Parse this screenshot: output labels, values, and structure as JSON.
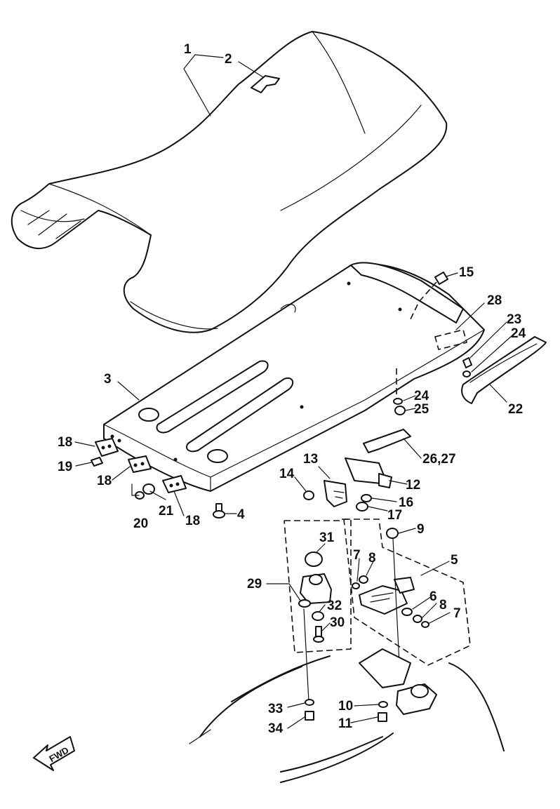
{
  "callouts": {
    "c1": "1",
    "c2": "2",
    "c3": "3",
    "c4": "4",
    "c5": "5",
    "c6": "6",
    "c7a": "7",
    "c7b": "7",
    "c8a": "8",
    "c8b": "8",
    "c9": "9",
    "c10": "10",
    "c11": "11",
    "c12": "12",
    "c13": "13",
    "c14": "14",
    "c15": "15",
    "c16": "16",
    "c17": "17",
    "c18a": "18",
    "c18b": "18",
    "c18c": "18",
    "c19": "19",
    "c20": "20",
    "c21": "21",
    "c22": "22",
    "c23": "23",
    "c24a": "24",
    "c24b": "24",
    "c25": "25",
    "c26_27": "26,27",
    "c28": "28",
    "c29": "29",
    "c30": "30",
    "c31": "31",
    "c32": "32",
    "c33": "33",
    "c34": "34"
  },
  "direction_label": "FWD"
}
